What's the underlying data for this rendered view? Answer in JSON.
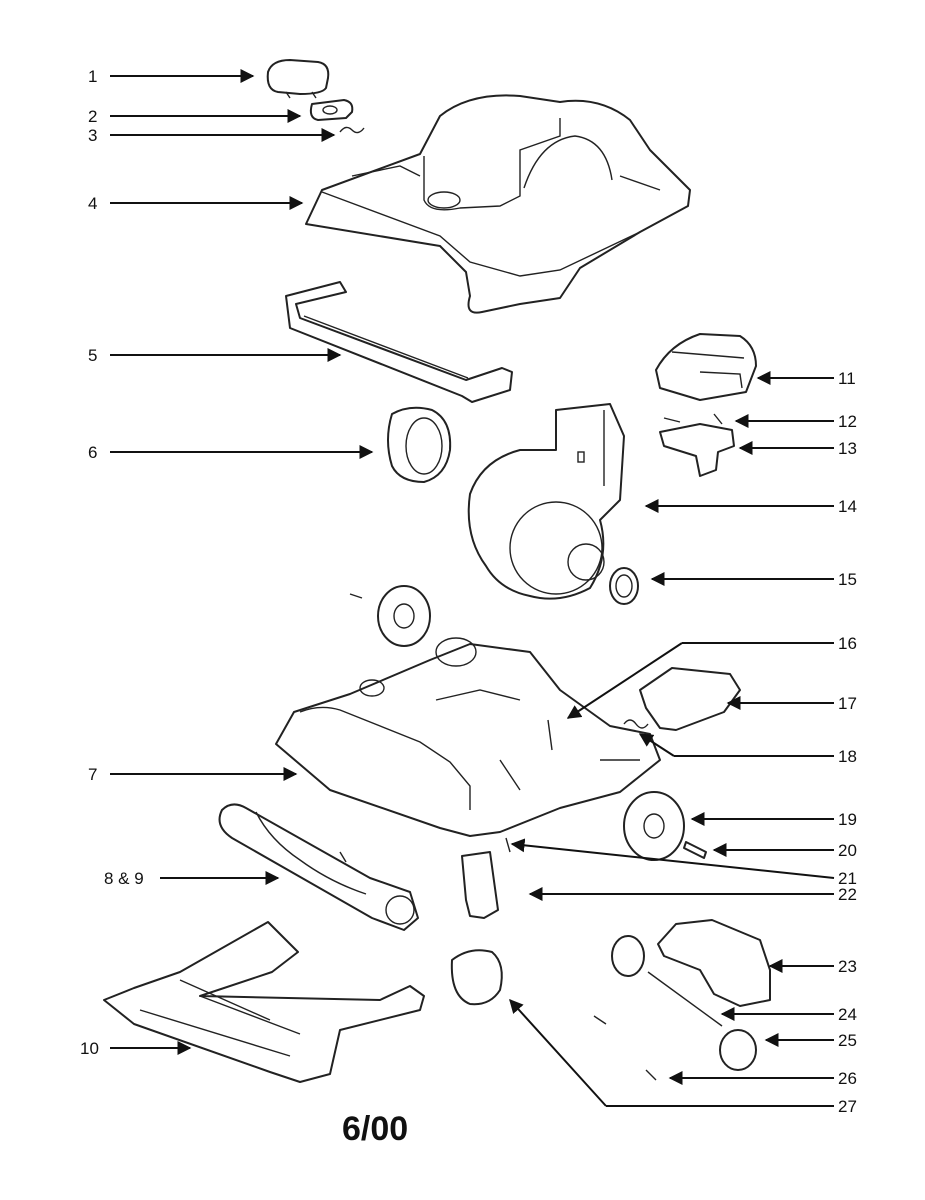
{
  "diagram": {
    "footer": "6/00",
    "callouts": [
      {
        "n": "1"
      },
      {
        "n": "2"
      },
      {
        "n": "3"
      },
      {
        "n": "4"
      },
      {
        "n": "5"
      },
      {
        "n": "6"
      },
      {
        "n": "7"
      },
      {
        "n": "8 & 9"
      },
      {
        "n": "10"
      },
      {
        "n": "11"
      },
      {
        "n": "12"
      },
      {
        "n": "13"
      },
      {
        "n": "14"
      },
      {
        "n": "15"
      },
      {
        "n": "16"
      },
      {
        "n": "17"
      },
      {
        "n": "18"
      },
      {
        "n": "19"
      },
      {
        "n": "20"
      },
      {
        "n": "21"
      },
      {
        "n": "22"
      },
      {
        "n": "23"
      },
      {
        "n": "24"
      },
      {
        "n": "25"
      },
      {
        "n": "26"
      },
      {
        "n": "27"
      }
    ]
  }
}
